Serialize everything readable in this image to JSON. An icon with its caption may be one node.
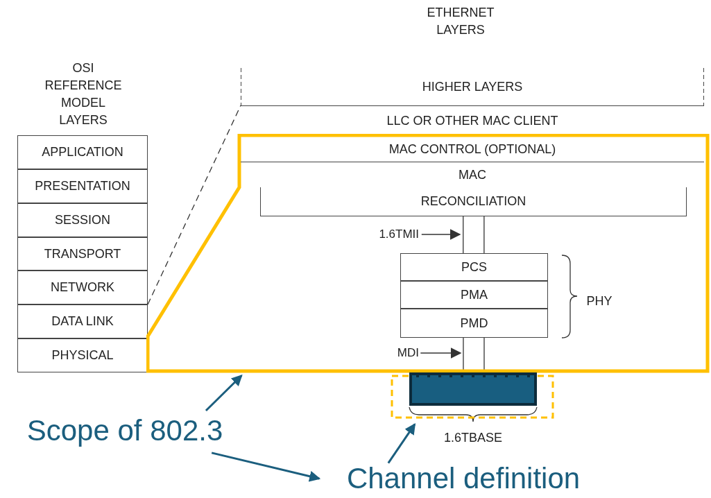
{
  "diagram": {
    "nodes": [
      {
        "text": [
          "APPLICATION"
        ]
      },
      {
        "text": [
          "PRESENTATION"
        ]
      },
      {
        "text": [
          "SESSION"
        ]
      },
      {
        "text": [
          "TRANSPORT"
        ]
      },
      {
        "text": [
          "NETWORK"
        ]
      },
      {
        "text": [
          "DATA LINK"
        ]
      },
      {
        "text": [
          "PHYSICAL"
        ]
      },
      {
        "text": [
          "HIGHER LAYERS"
        ]
      },
      {
        "text": [
          "LLC OR OTHER MAC CLIENT"
        ]
      },
      {
        "text": [],
        "shape": "box"
      },
      {
        "text": [
          "MAC CONTROL (OPTIONAL)"
        ],
        "in": 9
      },
      {
        "text": [
          "MAC"
        ],
        "in": 9
      },
      {
        "text": [
          "RECONCILIATION"
        ],
        "in": 9
      },
      {
        "text": [
          "1.6TMII"
        ],
        "in": 9
      },
      {
        "text": [
          "PCS"
        ],
        "in": 9
      },
      {
        "text": [
          "PMA"
        ],
        "in": 9
      },
      {
        "text": [
          "PMD"
        ],
        "in": 9
      },
      {
        "text": [
          "MDI"
        ],
        "in": 9
      },
      {
        "text": [],
        "shape": "box"
      },
      {
        "text": [],
        "shape": "bar",
        "in": 18
      },
      {
        "text": [
          "Scope of 802.3"
        ]
      },
      {
        "text": [
          "Channel definition"
        ]
      }
    ],
    "edges": [
      {
        "from": 5,
        "to": 8,
        "arrow": "none",
        "style": "dashed"
      },
      {
        "from": 12,
        "to": 14,
        "arrow": "none"
      },
      {
        "from": 16,
        "to": 19,
        "arrow": "none"
      },
      {
        "from": 13,
        "to": 12,
        "arrow": "to"
      },
      {
        "from": 17,
        "to": 16,
        "arrow": "to"
      },
      {
        "from": 20,
        "to": 9,
        "arrow": "to",
        "style": "thick",
        "color": "#1b5e7e"
      },
      {
        "from": 20,
        "to": 21,
        "arrow": "to",
        "style": "thick",
        "color": "#1b5e7e"
      },
      {
        "from": 21,
        "to": 18,
        "arrow": "to",
        "style": "thick",
        "color": "#1b5e7e"
      }
    ],
    "labels": [
      "ETHERNET LAYERS",
      "OSI REFERENCE MODEL LAYERS",
      "PHY",
      "1.6TBASE"
    ]
  }
}
